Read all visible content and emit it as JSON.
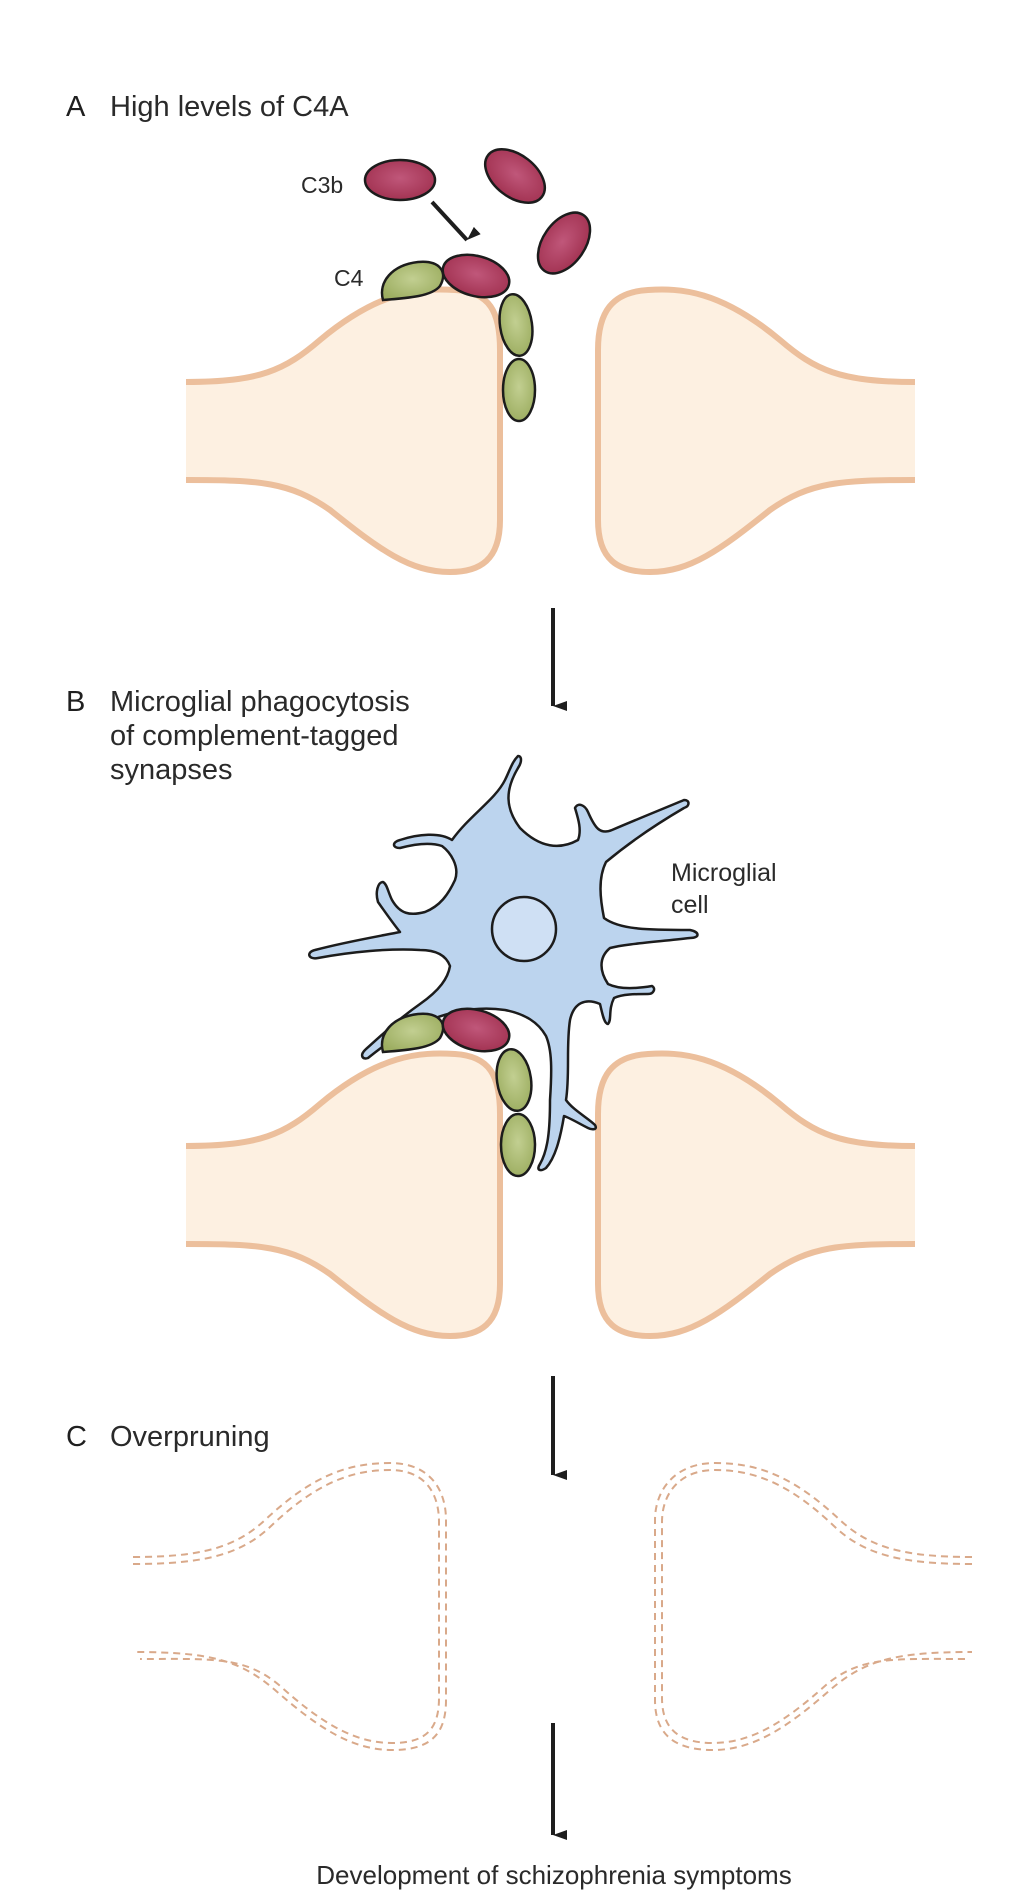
{
  "colors": {
    "bouton_fill": "#fdf0e1",
    "bouton_membrane": "#ecbf9c",
    "dashed_membrane": "#d9a98a",
    "c3b_fill": "#a93a5c",
    "c4_fill": "#a9b870",
    "microglia_fill": "#bcd4ee",
    "nucleus_fill": "#cfe0f4",
    "outline": "#1c1c1c",
    "arrow": "#1e1e1e"
  },
  "panels": [
    {
      "letter": "A",
      "title_lines": [
        "High levels of C4A"
      ]
    },
    {
      "letter": "B",
      "title_lines": [
        "Microglial phagocytosis",
        "of complement-tagged",
        "synapses"
      ]
    },
    {
      "letter": "C",
      "title_lines": [
        "Overpruning"
      ]
    }
  ],
  "labels": {
    "c3b": "C3b",
    "c4": "C4",
    "microglial_cell": [
      "Microglial",
      "cell"
    ]
  },
  "outcome": "Development of schizophrenia symptoms"
}
